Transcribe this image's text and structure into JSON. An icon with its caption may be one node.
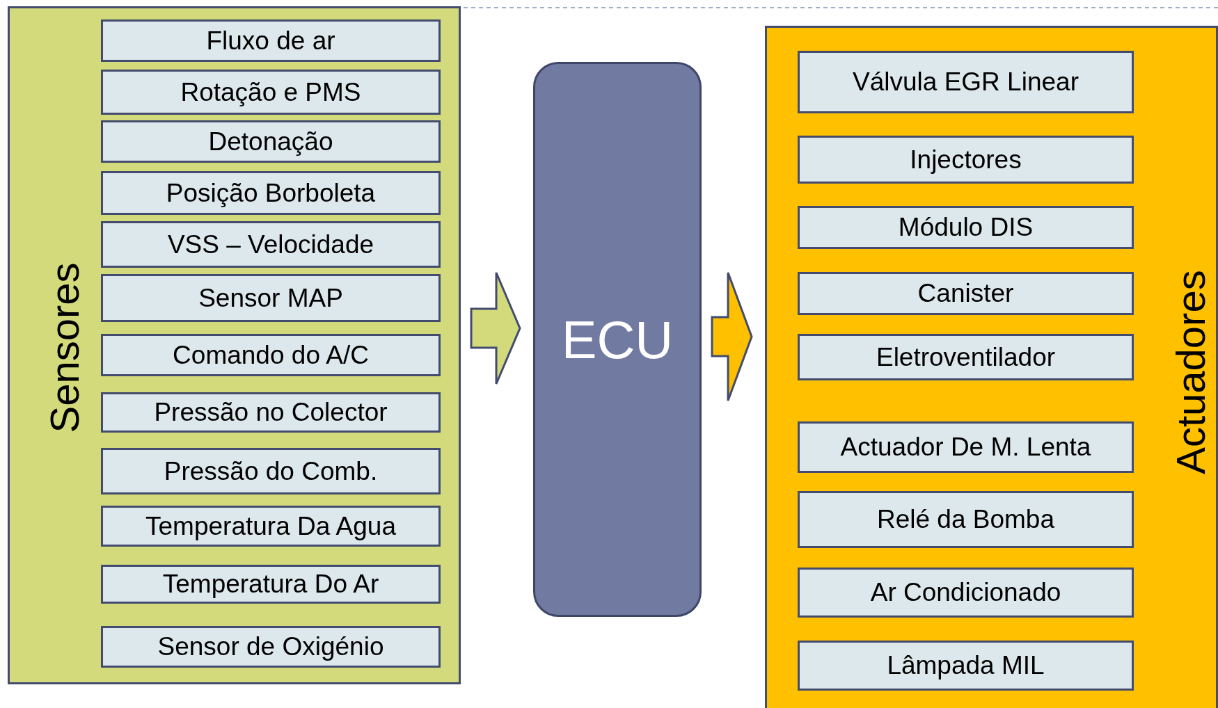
{
  "diagram": {
    "nodes": [
      {
        "text": [
          "Sensores"
        ]
      },
      {
        "text": [
          "Fluxo de ar"
        ],
        "in": 0
      },
      {
        "text": [
          "Rotação e PMS"
        ],
        "in": 0
      },
      {
        "text": [
          "Detonação"
        ],
        "in": 0
      },
      {
        "text": [
          "Posição Borboleta"
        ],
        "in": 0
      },
      {
        "text": [
          "VSS – Velocidade"
        ],
        "in": 0
      },
      {
        "text": [
          "Sensor MAP"
        ],
        "in": 0
      },
      {
        "text": [
          "Comando do A/C"
        ],
        "in": 0
      },
      {
        "text": [
          "Pressão no Colector"
        ],
        "in": 0
      },
      {
        "text": [
          "Pressão do Comb."
        ],
        "in": 0
      },
      {
        "text": [
          "Temperatura Da Agua"
        ],
        "in": 0
      },
      {
        "text": [
          "Temperatura Do Ar"
        ],
        "in": 0
      },
      {
        "text": [
          "Sensor de Oxigénio"
        ],
        "in": 0
      },
      {
        "text": [
          "ECU"
        ]
      },
      {
        "text": [
          "Actuadores"
        ]
      },
      {
        "text": [
          "Válvula EGR Linear"
        ],
        "in": 14
      },
      {
        "text": [
          "Injectores"
        ],
        "in": 14
      },
      {
        "text": [
          "Módulo DIS"
        ],
        "in": 14
      },
      {
        "text": [
          "Canister"
        ],
        "in": 14
      },
      {
        "text": [
          "Eletroventilador"
        ],
        "in": 14
      },
      {
        "text": [
          "Actuador De M. Lenta"
        ],
        "in": 14
      },
      {
        "text": [
          "Relé da Bomba"
        ],
        "in": 14
      },
      {
        "text": [
          "Ar Condicionado"
        ],
        "in": 14
      },
      {
        "text": [
          "Lâmpada MIL"
        ],
        "in": 14
      }
    ],
    "edges": [
      {
        "from": 0,
        "to": 13,
        "arrow": "to",
        "style": "thick",
        "color": "#d3da7b"
      },
      {
        "from": 13,
        "to": 14,
        "arrow": "to",
        "style": "thick",
        "color": "#ffc000"
      }
    ]
  }
}
